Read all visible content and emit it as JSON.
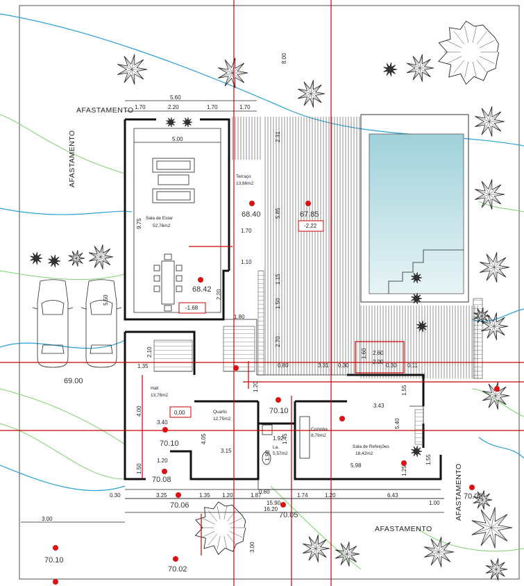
{
  "labels": {
    "setback_top": "AFASTAMENTO",
    "setback_left": "AFASTAMENTO",
    "setback_right": "AFASTAMENTO",
    "setback_bottom": "AFASTAMENTO"
  },
  "rooms": {
    "sala_estar": {
      "name": "Sala de Estar",
      "area": "52,76m2"
    },
    "terraco": {
      "name": "Terraço",
      "area": "13,86m2"
    },
    "hall": {
      "name": "Hall",
      "area": "13,76m2"
    },
    "quarto": {
      "name": "Quarto",
      "area": "12,75m2"
    },
    "lavabo": {
      "name": "La.",
      "area": "5,57m2"
    },
    "cozinha": {
      "name": "Cozinha",
      "area": "8,79m2"
    },
    "sala_refeicoes": {
      "name": "Sala de Refeições",
      "area": "18,42m2"
    }
  },
  "levels": {
    "sala": "68.42",
    "terraco": "68.40",
    "deck": "67.85",
    "garage": "69.00",
    "quarto": "70.10",
    "hall": "70.10",
    "entrance": "70.08",
    "bottom_center": "70.06",
    "bottom_dim": "70.05",
    "right": "70.02",
    "street_left": "70.10",
    "street_center": "70.02"
  },
  "boxed_levels": {
    "sala": "-1.68",
    "deck": "-2,22",
    "hall": "0,00"
  },
  "dims": {
    "top_total": "5.60",
    "top_1": "1.70",
    "top_2": "2.20",
    "top_3": "1.70",
    "top_4": "1.70",
    "inner_top": "5.00",
    "right_top": "8.00",
    "sala_height": "9.75",
    "terr_1": "2.31",
    "terr_2": "5.85",
    "terr_3": "1.70",
    "terr_4": "1.10",
    "terr_5": "1.15",
    "terr_6": "1.50",
    "terr_7": "2.70",
    "s_220": "2.20",
    "s_180": "1.80",
    "garage_dim": "5.50",
    "stair_210": "2.10",
    "stair_135": "1.35",
    "hall_400": "4.00",
    "hall_340": "3.40",
    "hall_150": "1.50",
    "hall_120": "1.20",
    "quarto_405": "4.05",
    "quarto_315": "3.15",
    "lav_192": "1.92",
    "lav_190": "1.90",
    "lav_060": "0.60",
    "lav_145": "1.45",
    "mid_120": "1.20",
    "pool_260": "2.60",
    "pool_200": "2.00",
    "pool_160": "1.60",
    "pool_030": "0.30",
    "pool_011": "0.11",
    "deck_080": "0.80",
    "deck_331": "3.31",
    "deck_030": "0.30",
    "ref_343": "3.43",
    "ref_155": "1.55",
    "ref_540": "5.40",
    "ref_598": "5.98",
    "ref_125": "1.25",
    "ref_155b": "1.55",
    "b_030": "0.30",
    "b_325": "3.25",
    "b_135": "1.35",
    "b_120": "1.20",
    "b_187": "1.87",
    "b_174": "1.74",
    "b_120b": "1.20",
    "b_643": "6.43",
    "b_1590": "15.90",
    "b_1620": "16.20",
    "b_100": "1.00",
    "b_300": "3.00",
    "b_300v": "3.00"
  },
  "colors": {
    "grid": "#cc0000",
    "contour_blue": "#2a9fd6",
    "contour_green": "#7bd36a",
    "pool_top": "#9fd1da",
    "pool_bottom": "#e8f4f6"
  }
}
